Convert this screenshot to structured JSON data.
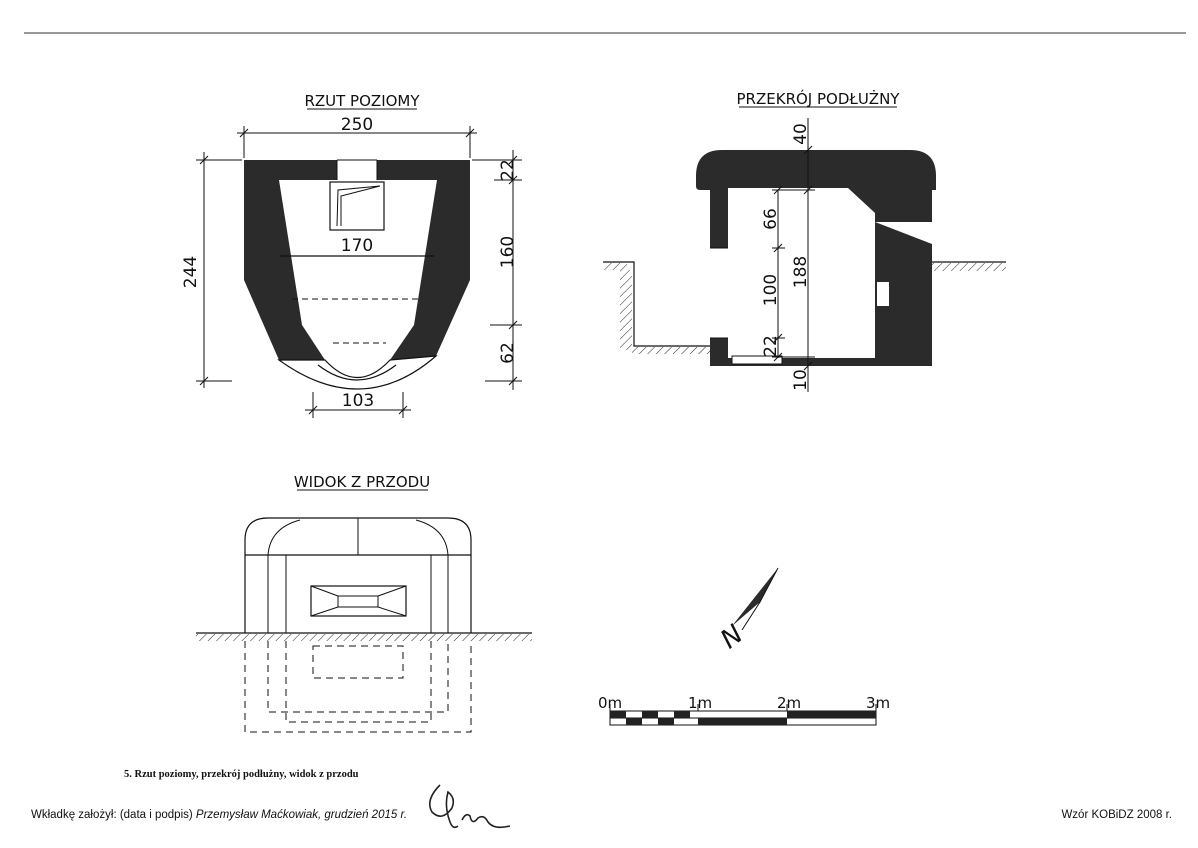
{
  "views": {
    "plan": {
      "title": "RZUT POZIOMY",
      "dims": {
        "width": "250",
        "inner_width": "170",
        "opening": "103",
        "height": "244",
        "seg_top": "22",
        "seg_mid": "160",
        "seg_bottom": "62"
      }
    },
    "section": {
      "title": "PRZEKRÓJ PODŁUŻNY",
      "dims": {
        "roof": "40",
        "upper": "66",
        "mid": "100",
        "total": "188",
        "lower": "22",
        "floor": "10"
      }
    },
    "front": {
      "title": "WIDOK Z PRZODU"
    }
  },
  "north_arrow": {
    "label": "N",
    "icon": "north-arrow-icon"
  },
  "scale": {
    "labels": [
      "0m",
      "1m",
      "2m",
      "3m"
    ]
  },
  "caption": "5. Rzut poziomy, przekrój podłużny, widok z przodu",
  "footer": {
    "prepared_label": "Wkładkę założył: (data i podpis)",
    "prepared_by": "Przemysław Maćkowiak, grudzień 2015 r.",
    "signature": "handwritten signature",
    "template": "Wzór KOBiDZ 2008 r."
  },
  "colors": {
    "fill": "#2b2b2b",
    "line": "#111111",
    "paper": "#ffffff"
  }
}
